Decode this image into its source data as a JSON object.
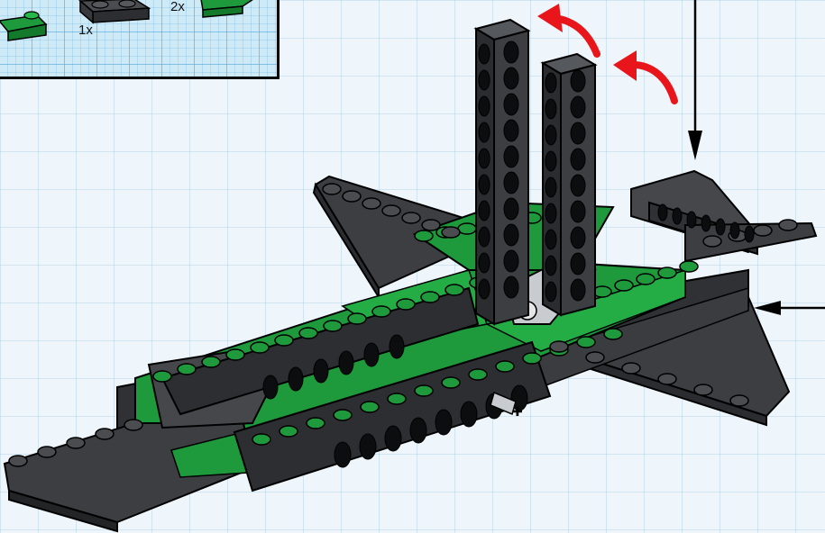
{
  "colors": {
    "background": "#eef5fb",
    "callout_grid": "#cfeaf7",
    "brick_dark_gray": "#3c3e42",
    "brick_green": "#1e9a3c",
    "brick_light_gray": "#c8ccd0",
    "rotate_arrow": "#e8161b",
    "guide_arrow": "#000000"
  },
  "parts_callout": {
    "items": [
      {
        "qty": "1x",
        "icon": "dark-gray-plate-icon"
      },
      {
        "qty": "2x",
        "icon": "green-plate-icon"
      }
    ]
  },
  "annotations": {
    "rotate_arrows": 2,
    "insert_arrows": [
      "down",
      "left"
    ]
  }
}
